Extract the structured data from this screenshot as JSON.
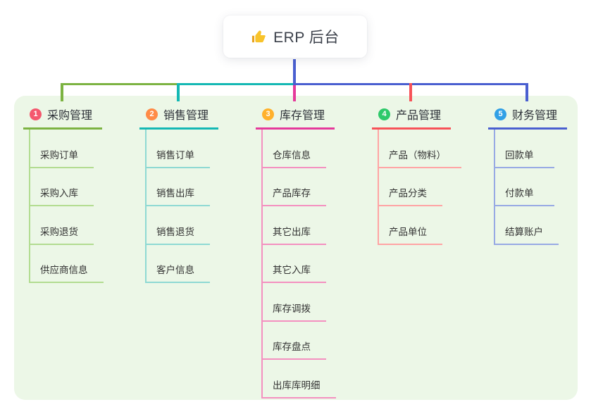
{
  "root": {
    "title": "ERP 后台",
    "icon": "thumbs-up-icon"
  },
  "colors": {
    "panel_bg": "#ecf7e7",
    "root_connector": "#4a5fd0",
    "root_card_bg": "#ffffff",
    "icon_yellow": "#f8c32a",
    "icon_yellow_dark": "#e8a21c"
  },
  "branches": [
    {
      "number": "1",
      "label": "采购管理",
      "circle_color": "#f4586e",
      "line_color": "#7cb342",
      "child_line_color": "#b2dc90",
      "children": [
        "采购订单",
        "采购入库",
        "采购退货",
        "供应商信息"
      ]
    },
    {
      "number": "2",
      "label": "销售管理",
      "circle_color": "#ff8b47",
      "line_color": "#14b8b4",
      "child_line_color": "#8ed9d3",
      "children": [
        "销售订单",
        "销售出库",
        "销售退货",
        "客户信息"
      ]
    },
    {
      "number": "3",
      "label": "库存管理",
      "circle_color": "#ffb12b",
      "line_color": "#e5399b",
      "child_line_color": "#f490c0",
      "children": [
        "仓库信息",
        "产品库存",
        "其它出库",
        "其它入库",
        "库存调拨",
        "库存盘点",
        "出库库明细"
      ]
    },
    {
      "number": "4",
      "label": "产品管理",
      "circle_color": "#2ec96a",
      "line_color": "#f75258",
      "child_line_color": "#ffa4a4",
      "children": [
        "产品（物料）",
        "产品分类",
        "产品单位"
      ]
    },
    {
      "number": "5",
      "label": "财务管理",
      "circle_color": "#31a0e6",
      "line_color": "#4a5fd0",
      "child_line_color": "#97a9e4",
      "children": [
        "回款单",
        "付款单",
        "结算账户"
      ]
    }
  ]
}
